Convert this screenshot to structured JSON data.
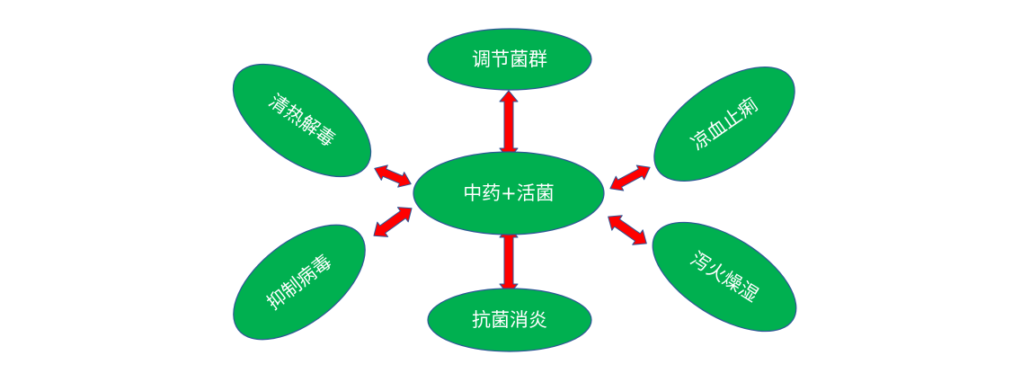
{
  "center": {
    "label": "中药+活菌"
  },
  "nodes": [
    {
      "id": "top",
      "label": "调节菌群"
    },
    {
      "id": "upper-left",
      "label": "清热解毒"
    },
    {
      "id": "upper-right",
      "label": "凉血止痢"
    },
    {
      "id": "lower-left",
      "label": "抑制病毒"
    },
    {
      "id": "lower-right",
      "label": "泻火燥湿"
    },
    {
      "id": "bottom",
      "label": "抗菌消炎"
    }
  ],
  "colors": {
    "node_fill": "#00b050",
    "node_border": "#2f5597",
    "arrow_fill": "#ff0000",
    "arrow_border": "#2f5597",
    "label_text": "#ffffff"
  }
}
